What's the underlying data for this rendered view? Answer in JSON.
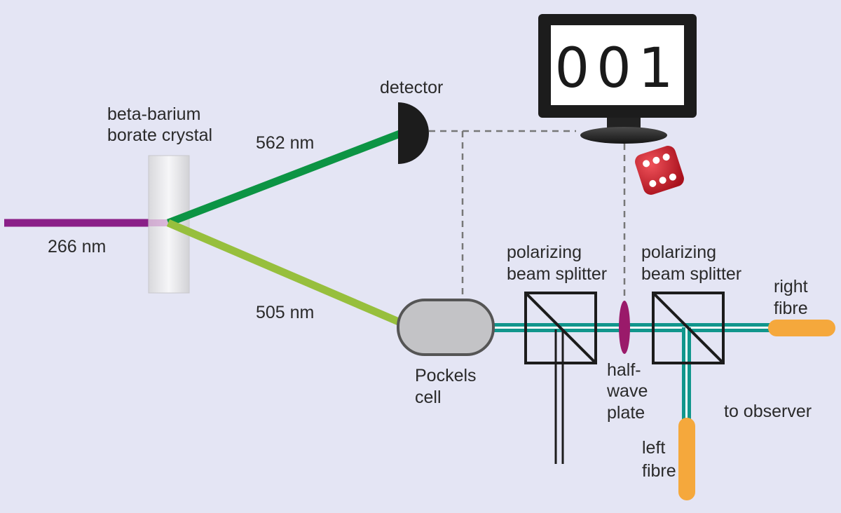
{
  "labels": {
    "crystal": [
      "beta-barium",
      "borate crystal"
    ],
    "pump_wavelength": "266 nm",
    "idler_wavelength": "562 nm",
    "signal_wavelength": "505 nm",
    "detector": "detector",
    "pbs1": [
      "polarizing",
      "beam splitter"
    ],
    "pbs2": [
      "polarizing",
      "beam splitter"
    ],
    "pockels": [
      "Pockels",
      "cell"
    ],
    "halfwave": [
      "half-",
      "wave",
      "plate"
    ],
    "right_fibre": [
      "right",
      "fibre"
    ],
    "left_fibre": [
      "left",
      "fibre"
    ],
    "to_observer": "to observer"
  },
  "monitor": {
    "display": "001"
  },
  "colors": {
    "background": "#e4e5f4",
    "pump_beam": "#8a1f88",
    "idler_beam": "#0c9444",
    "signal_beam": "#97bf3d",
    "teal_beam": "#11968c",
    "fibre": "#f5a83c",
    "halfwave_plate": "#9a1a6a",
    "dice": "#d01e2c"
  },
  "icons": {
    "dice": "dice-icon",
    "monitor": "monitor-icon",
    "detector": "detector-icon"
  }
}
